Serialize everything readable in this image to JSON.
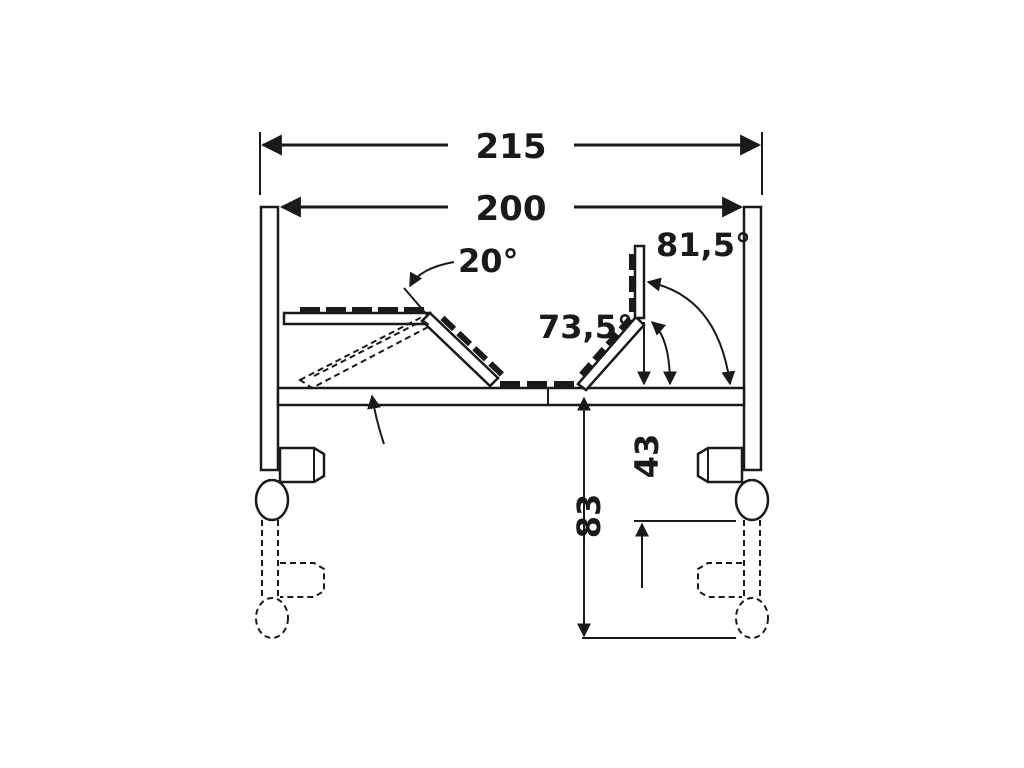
{
  "diagram": {
    "dimension_labels": {
      "overall_length": "215",
      "mattress_length": "200",
      "min_height": "43",
      "max_height": "83"
    },
    "angle_labels": {
      "foot_section": "20°",
      "back_upper": "81,5°",
      "back_lower": "73,5°"
    },
    "colors": {
      "ink": "#1a1a1a",
      "background": "#ffffff"
    }
  }
}
